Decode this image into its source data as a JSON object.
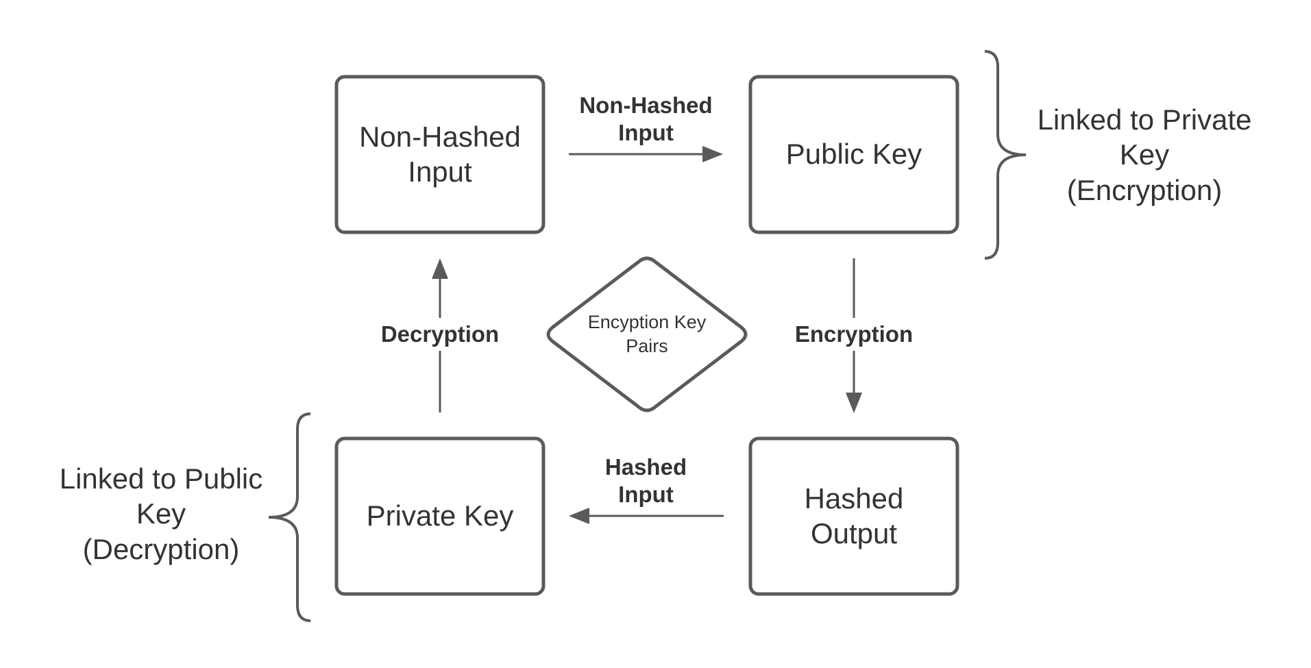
{
  "nodes": {
    "non_hashed_input": "Non-Hashed\nInput",
    "public_key": "Public Key",
    "private_key": "Private Key",
    "hashed_output": "Hashed\nOutput",
    "key_pairs": "Encyption Key\nPairs"
  },
  "edges": {
    "non_hashed_input": "Non-Hashed\nInput",
    "encryption": "Encryption",
    "hashed_input": "Hashed\nInput",
    "decryption": "Decryption"
  },
  "annotations": {
    "private_key_link": "Linked to Private\nKey\n(Encryption)",
    "public_key_link": "Linked to Public\nKey\n(Decryption)"
  },
  "colors": {
    "stroke": "#5a5a5a",
    "text": "#333333",
    "background": "#ffffff"
  }
}
